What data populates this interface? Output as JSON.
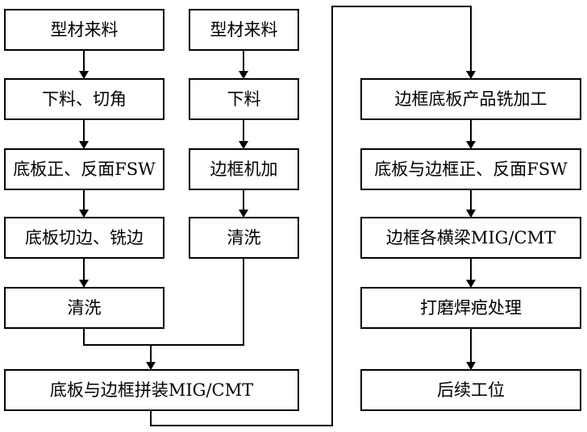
{
  "diagram": {
    "nodes": {
      "left_col": [
        "型材来料",
        "下料、切角",
        "底板正、反面FSW",
        "底板切边、铣边",
        "清洗"
      ],
      "mid_col": [
        "型材来料",
        "下料",
        "边框机加",
        "清洗"
      ],
      "assembly": "底板与边框拼装MIG/CMT",
      "right_col": [
        "边框底板产品铣加工",
        "底板与边框正、反面FSW",
        "边框各横梁MIG/CMT",
        "打磨焊疤处理",
        "后续工位"
      ]
    },
    "colors": {
      "stroke": "#000000",
      "fill": "#ffffff",
      "text": "#000000"
    }
  }
}
